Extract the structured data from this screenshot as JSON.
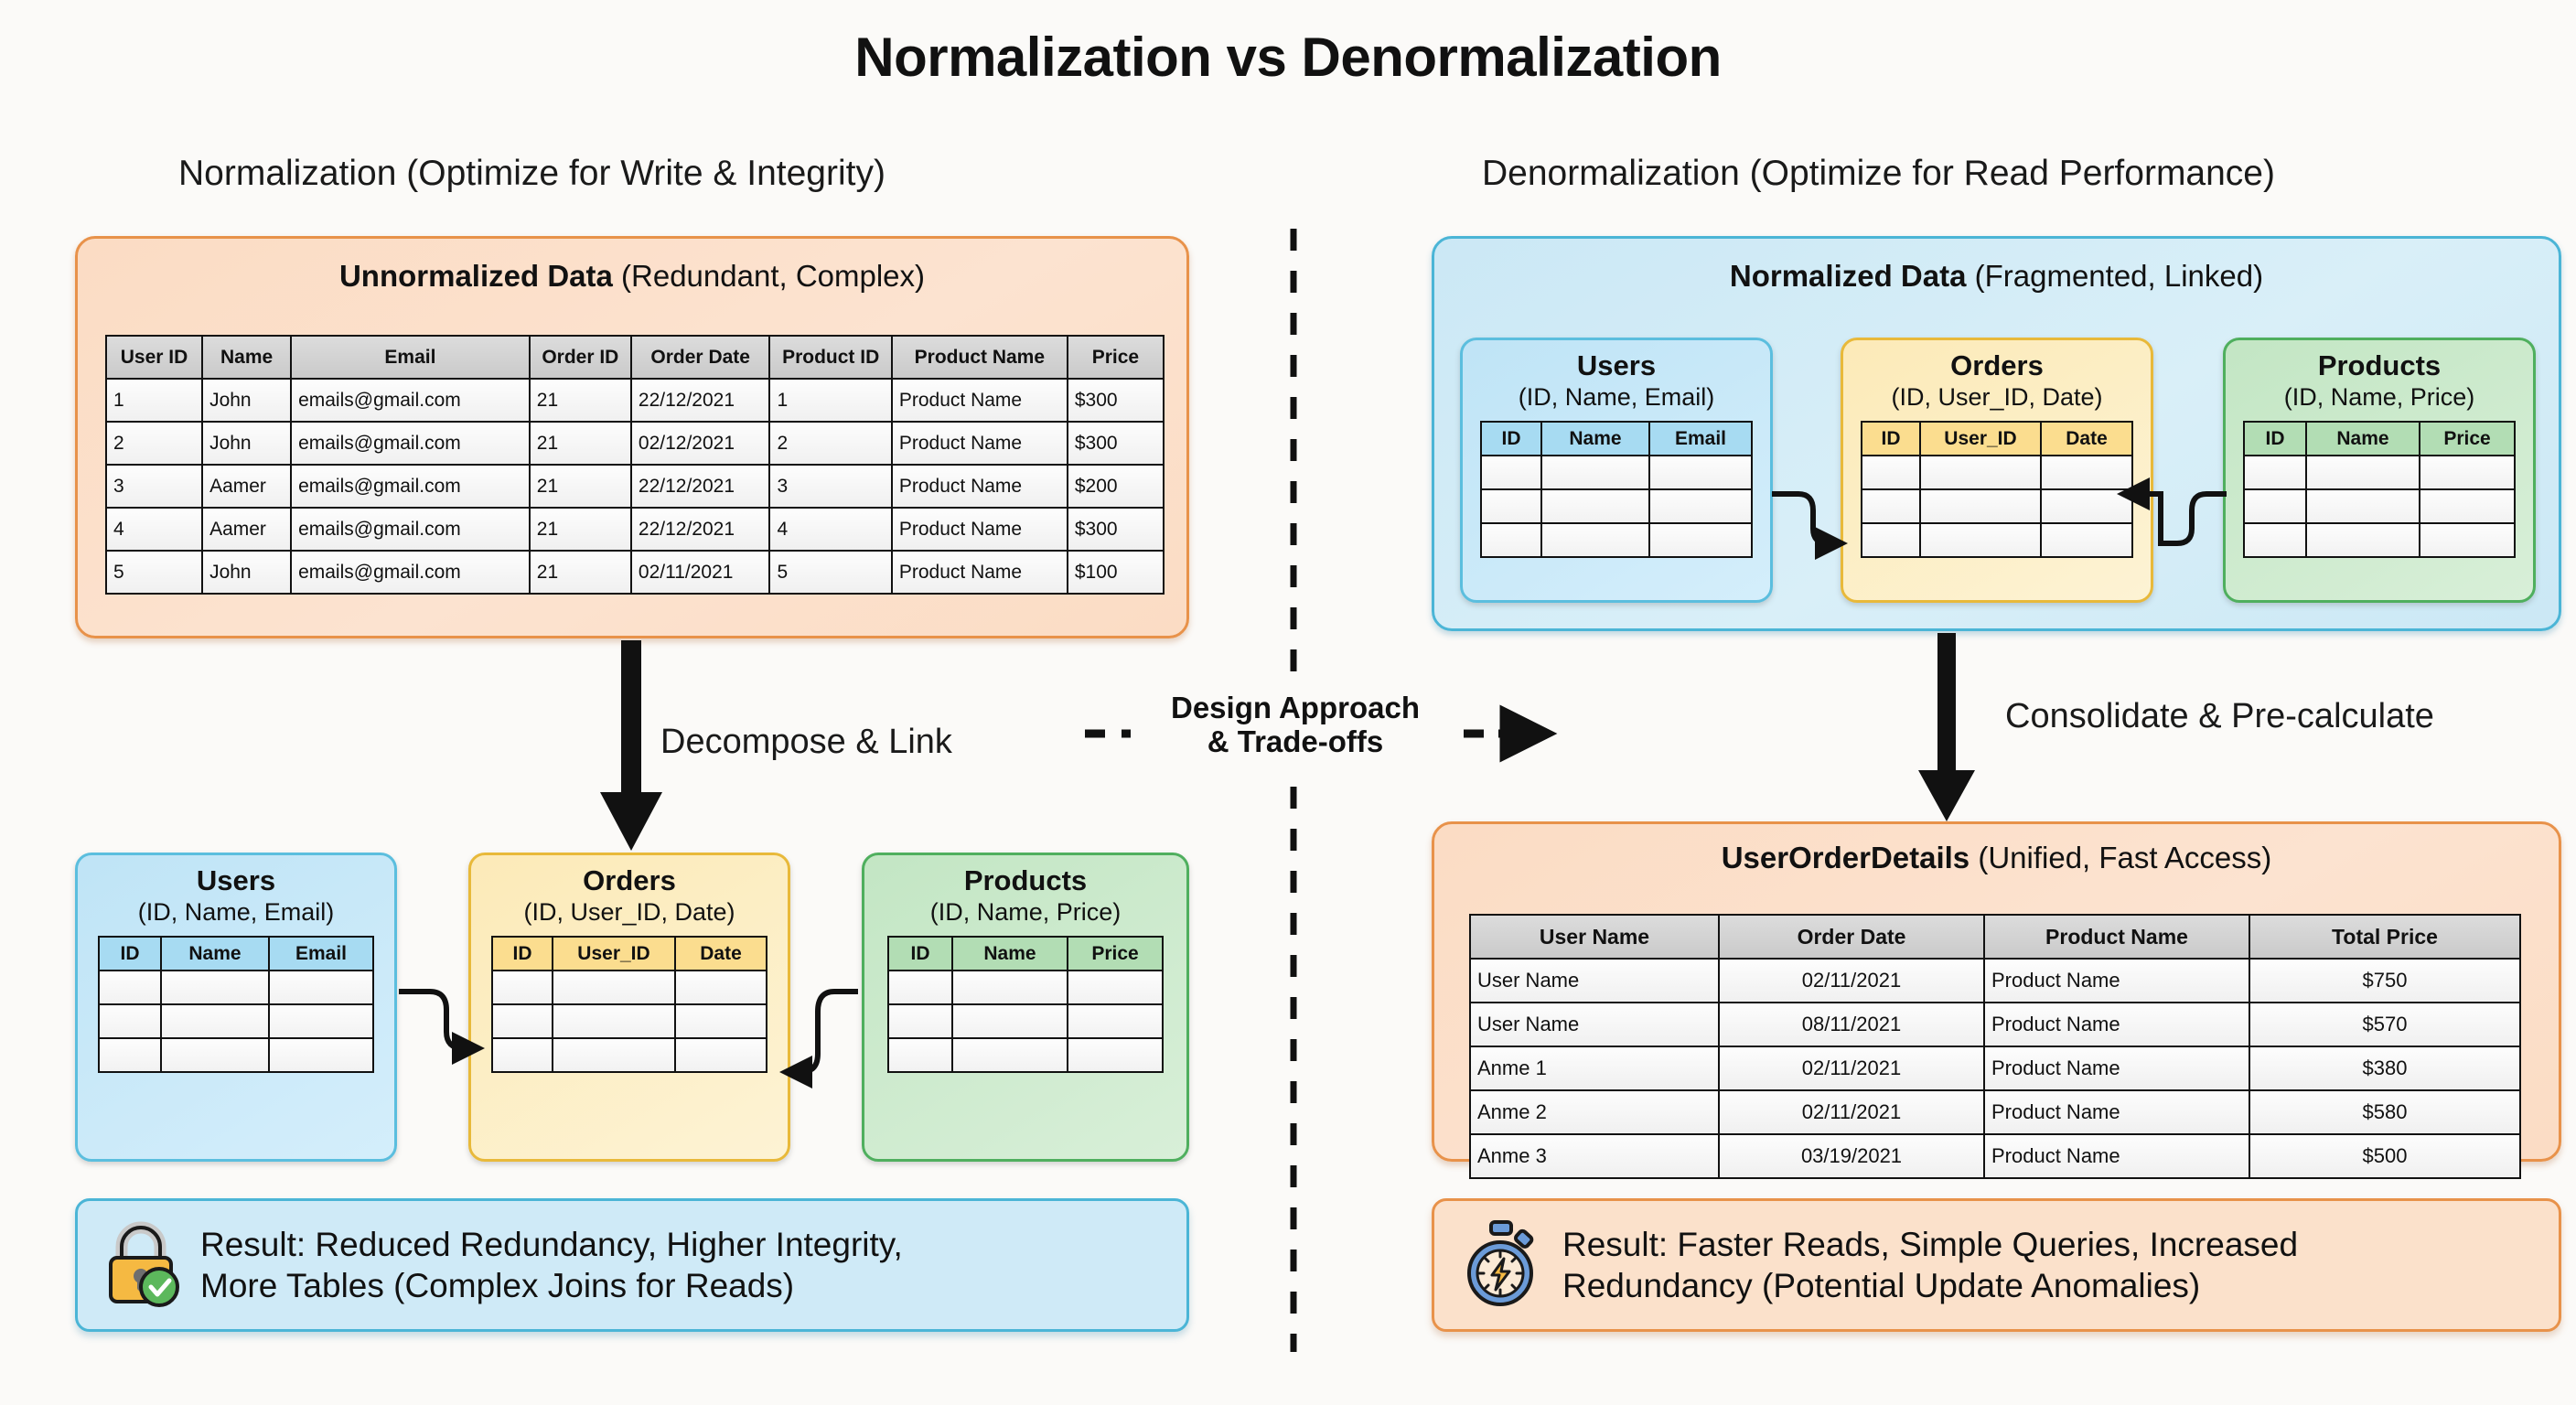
{
  "title": "Normalization vs Denormalization",
  "columns": {
    "left_title": "Normalization (Optimize for Write & Integrity)",
    "right_title": "Denormalization (Optimize for Read Performance)"
  },
  "divider": {
    "label_line1": "Design Approach",
    "label_line2": "& Trade-offs"
  },
  "flow_labels": {
    "left": "Decompose & Link",
    "right": "Consolidate & Pre-calculate"
  },
  "left": {
    "panel": {
      "title_bold": "Unnormalized Data",
      "title_rest": " (Redundant, Complex)"
    },
    "table": {
      "headers": [
        "User ID",
        "Name",
        "Email",
        "Order ID",
        "Order Date",
        "Product ID",
        "Product Name",
        "Price"
      ],
      "rows": [
        [
          "1",
          "John",
          "emails@gmail.com",
          "21",
          "22/12/2021",
          "1",
          "Product Name",
          "$300"
        ],
        [
          "2",
          "John",
          "emails@gmail.com",
          "21",
          "02/12/2021",
          "2",
          "Product Name",
          "$300"
        ],
        [
          "3",
          "Aamer",
          "emails@gmail.com",
          "21",
          "22/12/2021",
          "3",
          "Product Name",
          "$200"
        ],
        [
          "4",
          "Aamer",
          "emails@gmail.com",
          "21",
          "22/12/2021",
          "4",
          "Product Name",
          "$300"
        ],
        [
          "5",
          "John",
          "emails@gmail.com",
          "21",
          "02/11/2021",
          "5",
          "Product Name",
          "$100"
        ]
      ]
    },
    "entities": [
      {
        "name": "Users",
        "columns": "(ID, Name, Email)",
        "headers": [
          "ID",
          "Name",
          "Email"
        ],
        "empty_rows": 3
      },
      {
        "name": "Orders",
        "columns": "(ID, User_ID, Date)",
        "headers": [
          "ID",
          "User_ID",
          "Date"
        ],
        "empty_rows": 3
      },
      {
        "name": "Products",
        "columns": "(ID, Name, Price)",
        "headers": [
          "ID",
          "Name",
          "Price"
        ],
        "empty_rows": 3
      }
    ],
    "result": {
      "line1": "Result: Reduced Redundancy, Higher Integrity,",
      "line2": "More Tables (Complex Joins for Reads)",
      "icon": "lock-check-icon"
    }
  },
  "right": {
    "panel": {
      "title_bold": "Normalized Data",
      "title_rest": " (Fragmented, Linked)"
    },
    "entities": [
      {
        "name": "Users",
        "columns": "(ID, Name, Email)",
        "headers": [
          "ID",
          "Name",
          "Email"
        ],
        "empty_rows": 3
      },
      {
        "name": "Orders",
        "columns": "(ID, User_ID, Date)",
        "headers": [
          "ID",
          "User_ID",
          "Date"
        ],
        "empty_rows": 3
      },
      {
        "name": "Products",
        "columns": "(ID, Name, Price)",
        "headers": [
          "ID",
          "Name",
          "Price"
        ],
        "empty_rows": 3
      }
    ],
    "unified_panel": {
      "title_bold": "UserOrderDetails",
      "title_rest": " (Unified, Fast Access)"
    },
    "table": {
      "headers": [
        "User Name",
        "Order Date",
        "Product Name",
        "Total Price"
      ],
      "rows": [
        [
          "User Name",
          "02/11/2021",
          "Product Name",
          "$750"
        ],
        [
          "User Name",
          "08/11/2021",
          "Product Name",
          "$570"
        ],
        [
          "Anme 1",
          "02/11/2021",
          "Product Name",
          "$380"
        ],
        [
          "Anme 2",
          "02/11/2021",
          "Product Name",
          "$580"
        ],
        [
          "Anme 3",
          "03/19/2021",
          "Product Name",
          "$500"
        ]
      ]
    },
    "result": {
      "line1": "Result: Faster Reads, Simple Queries, Increased",
      "line2": "Redundancy (Potential Update Anomalies)",
      "icon": "stopwatch-bolt-icon"
    }
  },
  "colors": {
    "orange_fill": "#FBDCC4",
    "orange_border": "#E8924A",
    "blue_fill": "#CDE9F5",
    "blue_border": "#4BB5D6",
    "users_fill": "#BFE4F6",
    "users_border": "#5BBEDE",
    "orders_fill": "#FCEAB8",
    "orders_border": "#E8B93A",
    "products_fill": "#C3E6C4",
    "products_border": "#4FAF5E",
    "header_gray": "#D0D0D0",
    "text": "#111111"
  }
}
